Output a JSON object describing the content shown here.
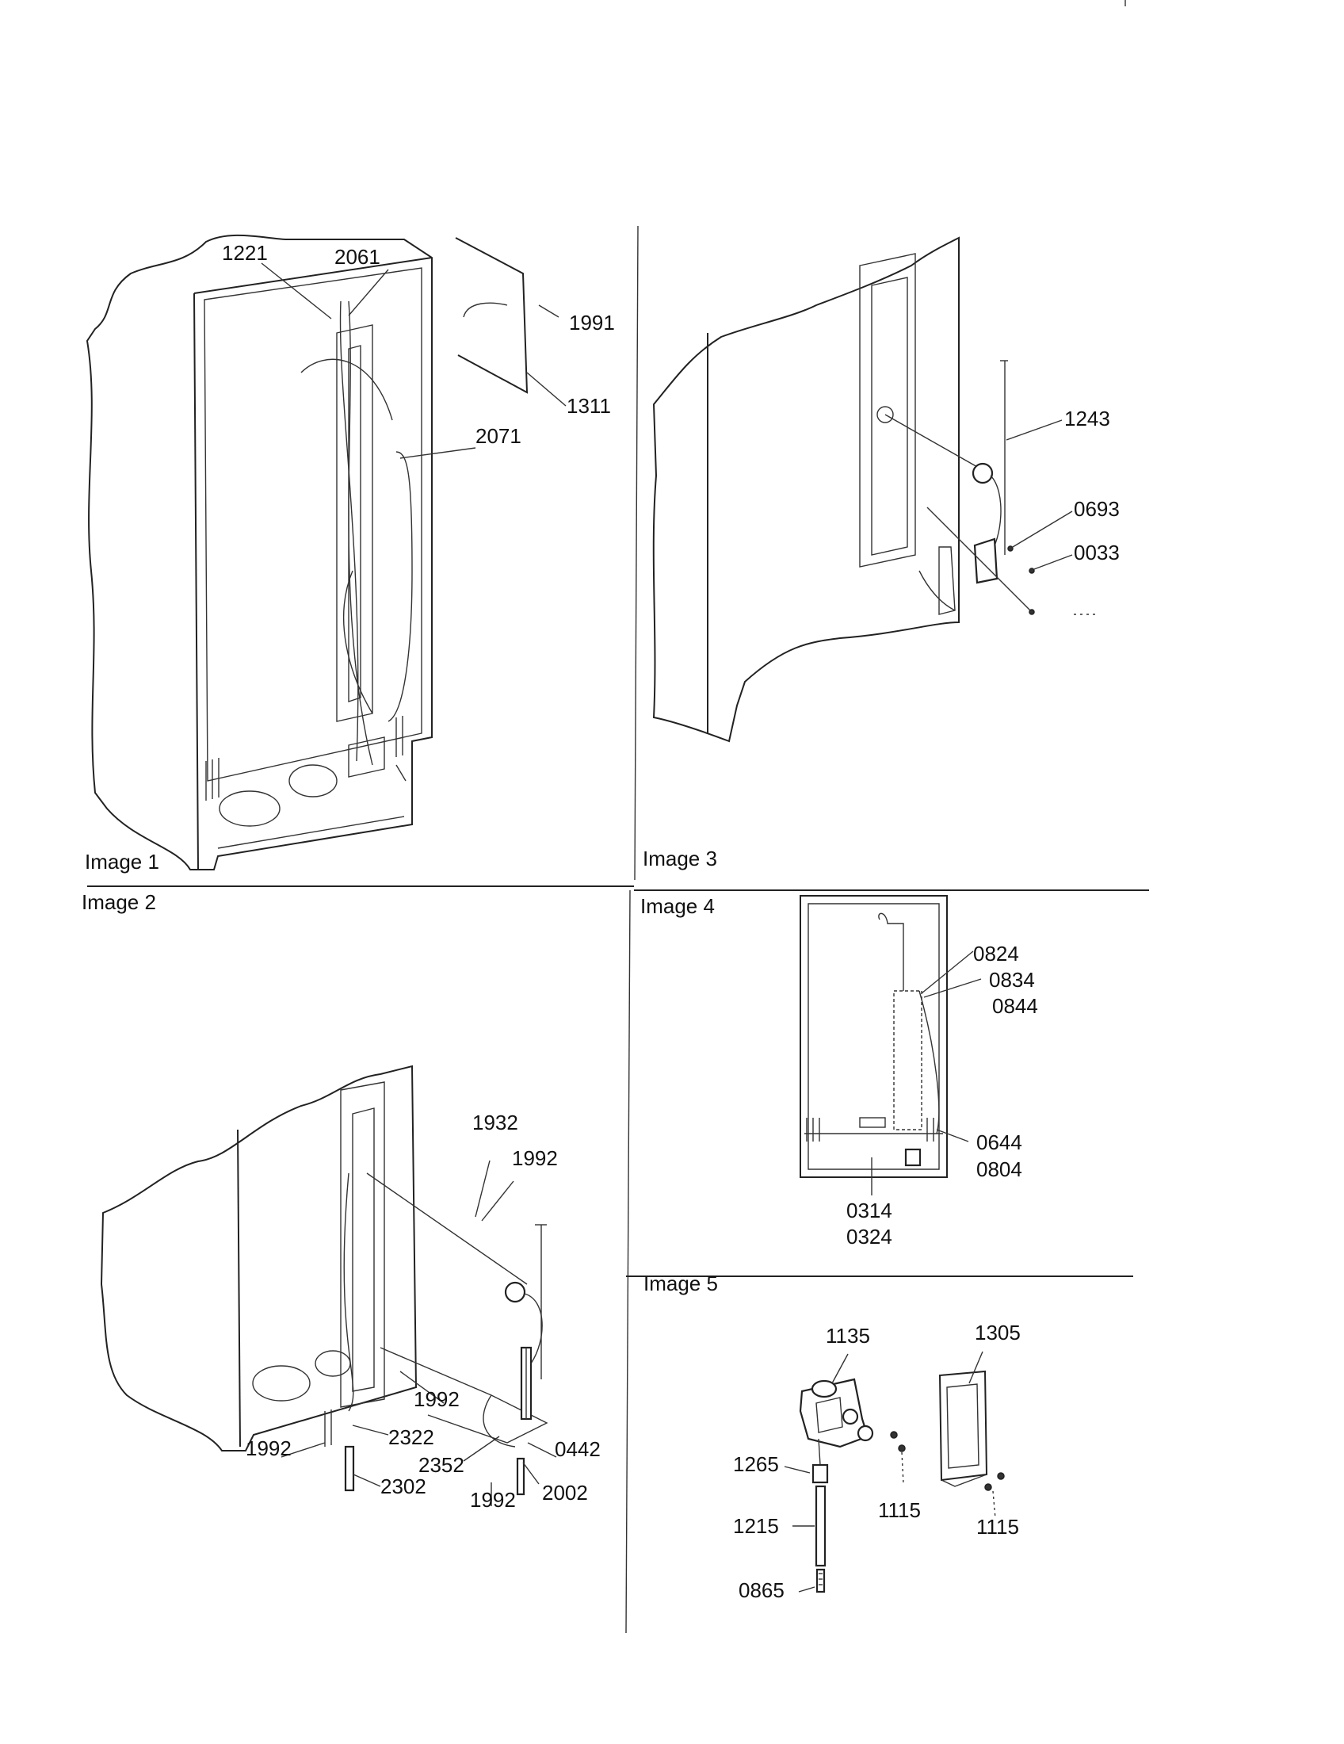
{
  "sheet": {
    "panels": [
      {
        "id": "image1",
        "title": "Image 1",
        "callouts": [
          "1221",
          "2061",
          "1991",
          "1311",
          "2071"
        ]
      },
      {
        "id": "image2",
        "title": "Image 2",
        "callouts": [
          "1932",
          "1992",
          "1992",
          "1992",
          "2322",
          "2352",
          "0442",
          "2302",
          "1992",
          "2002"
        ]
      },
      {
        "id": "image3",
        "title": "Image 3",
        "callouts": [
          "1243",
          "0693",
          "0033"
        ]
      },
      {
        "id": "image4",
        "title": "Image 4",
        "callouts": [
          "0824",
          "0834",
          "0844",
          "0644",
          "0804",
          "0314",
          "0324"
        ]
      },
      {
        "id": "image5",
        "title": "Image 5",
        "callouts": [
          "1135",
          "1305",
          "1265",
          "1115",
          "1215",
          "1115",
          "0865"
        ]
      }
    ]
  }
}
